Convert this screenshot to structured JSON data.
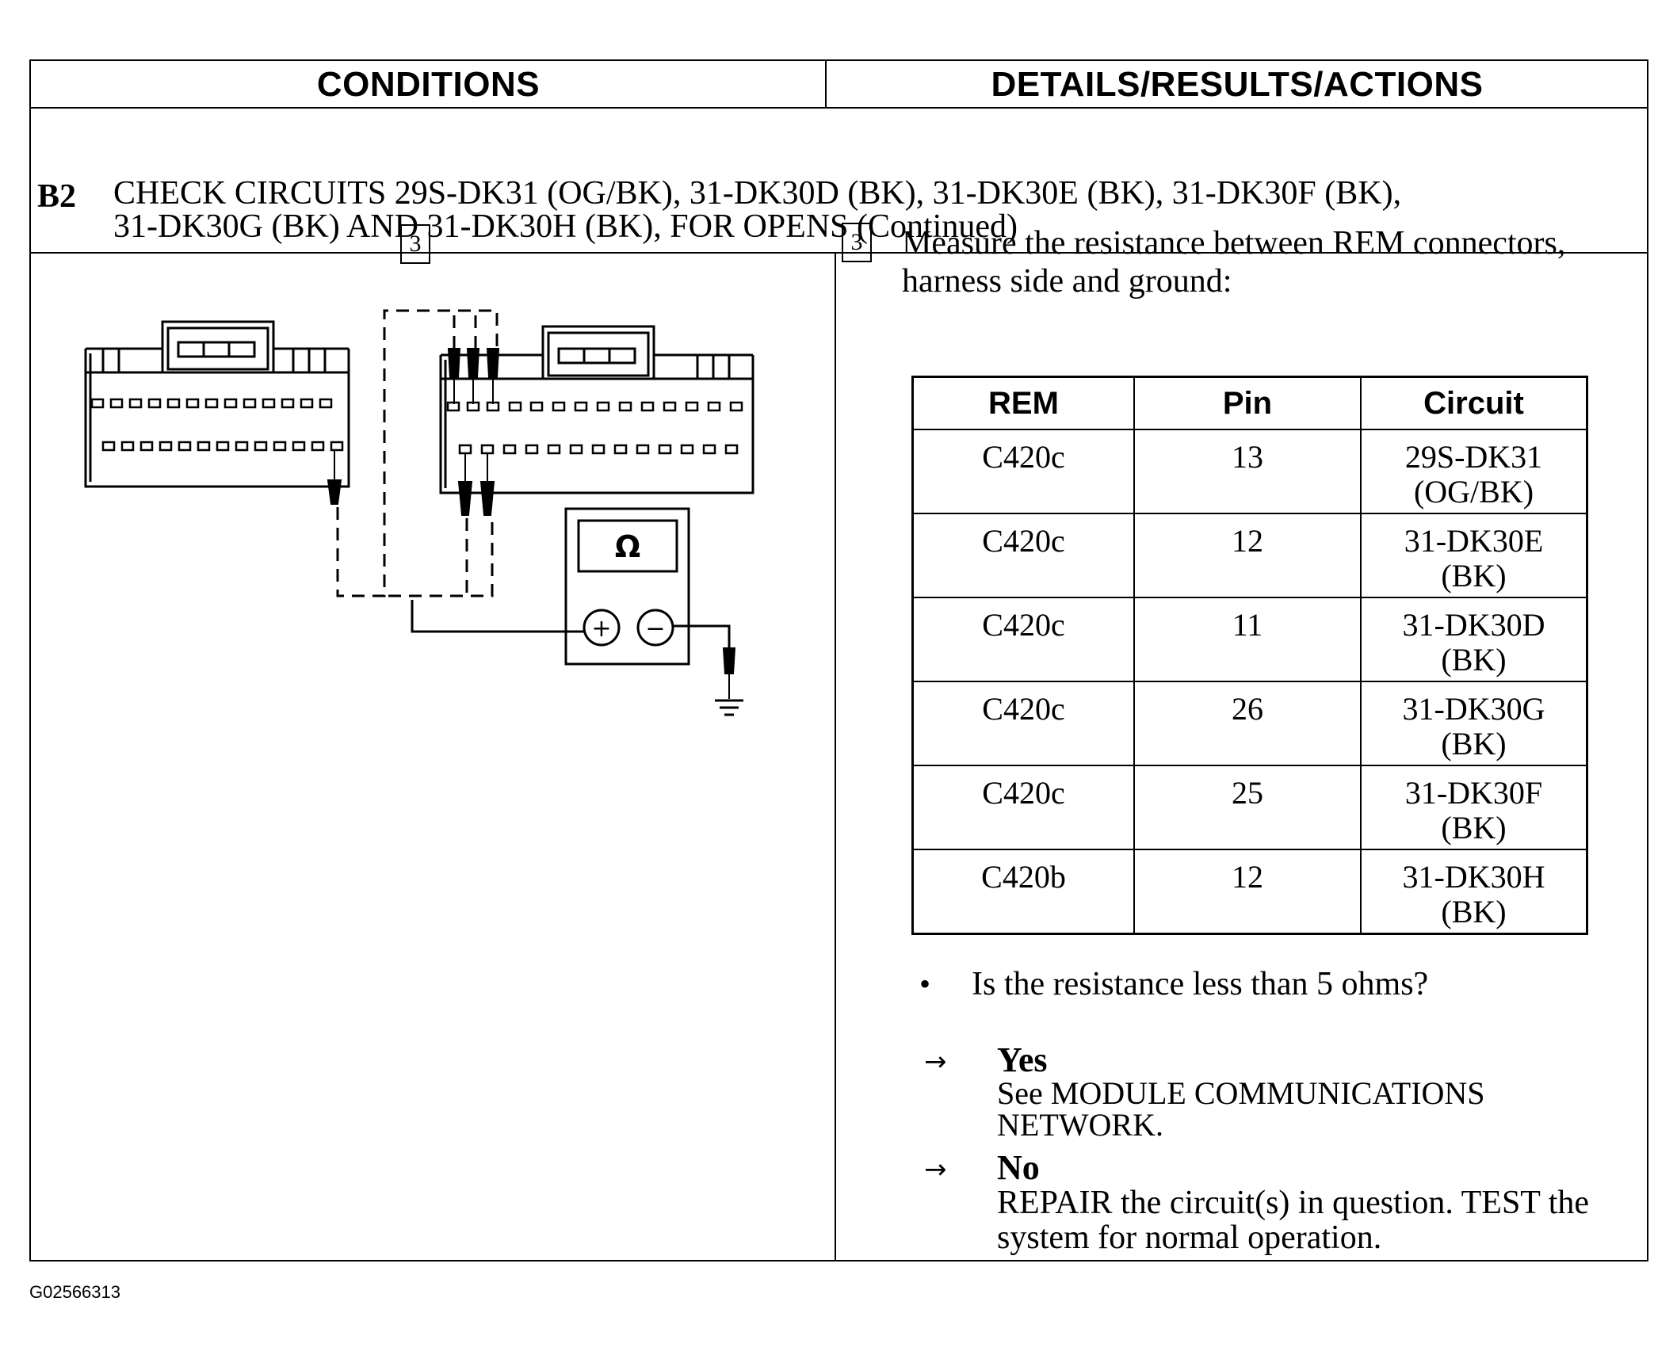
{
  "header": {
    "conditions": "CONDITIONS",
    "details": "DETAILS/RESULTS/ACTIONS"
  },
  "step": {
    "id": "B2",
    "title_line1": "CHECK CIRCUITS 29S-DK31 (OG/BK), 31-DK30D (BK), 31-DK30E (BK), 31-DK30F (BK),",
    "title_line2": "31-DK30G (BK) AND 31-DK30H (BK), FOR OPENS (Continued)"
  },
  "diagram": {
    "substep_number": "3",
    "meter_symbol": "Ω",
    "plus_symbol": "+",
    "minus_symbol": "−"
  },
  "details": {
    "substep_number": "3",
    "instruction_line1": "Measure the resistance between REM connectors,",
    "instruction_line2": "harness side and ground:",
    "table": {
      "headers": [
        "REM",
        "Pin",
        "Circuit"
      ],
      "rows": [
        {
          "rem": "C420c",
          "pin": "13",
          "circuit_line1": "29S-DK31",
          "circuit_line2": "(OG/BK)"
        },
        {
          "rem": "C420c",
          "pin": "12",
          "circuit_line1": "31-DK30E",
          "circuit_line2": "(BK)"
        },
        {
          "rem": "C420c",
          "pin": "11",
          "circuit_line1": "31-DK30D",
          "circuit_line2": "(BK)"
        },
        {
          "rem": "C420c",
          "pin": "26",
          "circuit_line1": "31-DK30G",
          "circuit_line2": "(BK)"
        },
        {
          "rem": "C420c",
          "pin": "25",
          "circuit_line1": "31-DK30F",
          "circuit_line2": "(BK)"
        },
        {
          "rem": "C420b",
          "pin": "12",
          "circuit_line1": "31-DK30H",
          "circuit_line2": "(BK)"
        }
      ]
    },
    "bullet": "•",
    "question": "Is the resistance less than 5 ohms?",
    "arrow": "→",
    "yes": {
      "label": "Yes",
      "line1": "See MODULE COMMUNICATIONS",
      "line2": "NETWORK."
    },
    "no": {
      "label": "No",
      "line1": "REPAIR the circuit(s) in question. TEST the",
      "line2": "system for normal operation."
    }
  },
  "figure_id": "G02566313"
}
